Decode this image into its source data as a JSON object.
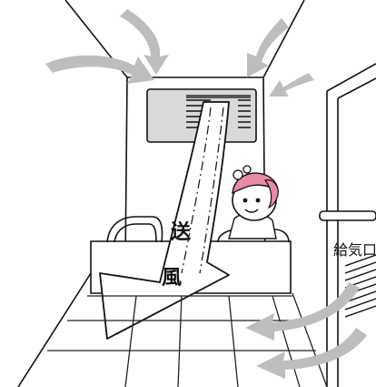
{
  "illustration": {
    "subject": "bathroom-ventilation",
    "airflow_label_top": "送",
    "airflow_label_bottom": "風",
    "inlet_label": "給気口"
  },
  "colors": {
    "outline": "#111111",
    "airflow_gray": "#bdbdbd",
    "unit_gray": "#d9d9d9",
    "hair_pink": "#e88aa6",
    "floor_line": "#222222"
  }
}
